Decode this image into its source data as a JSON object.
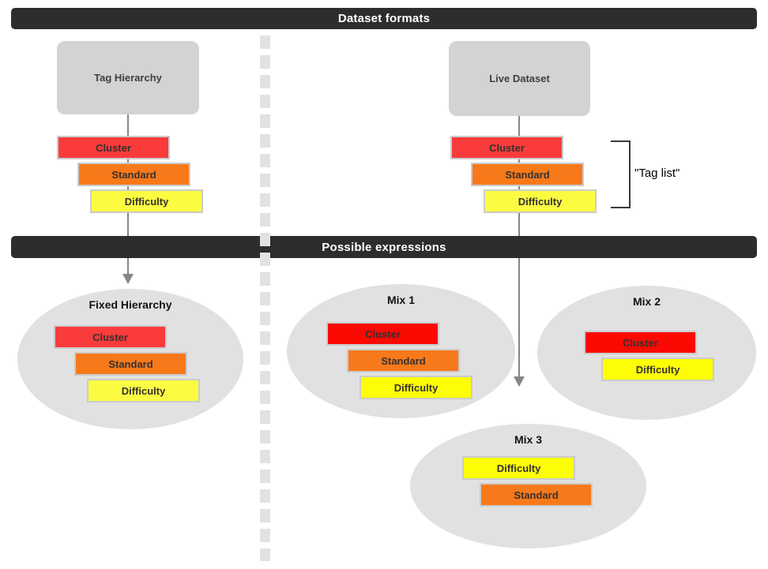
{
  "banners": {
    "top": "Dataset formats",
    "middle": "Possible expressions"
  },
  "sources": {
    "left": "Tag Hierarchy",
    "right": "Live Dataset"
  },
  "bracket": {
    "label": "\"Tag list\""
  },
  "tag_colors": {
    "cluster": "#f93b3b",
    "cluster_pure": "#fb0903",
    "standard": "#f8791a",
    "difficulty": "#fbfc42",
    "difficulty_pure": "#fdfe06"
  },
  "stacks": {
    "tag_hierarchy": [
      {
        "label": "Cluster",
        "kind": "cluster"
      },
      {
        "label": "Standard",
        "kind": "standard"
      },
      {
        "label": "Difficulty",
        "kind": "difficulty"
      }
    ],
    "live_dataset": [
      {
        "label": "Cluster",
        "kind": "cluster"
      },
      {
        "label": "Standard",
        "kind": "standard"
      },
      {
        "label": "Difficulty",
        "kind": "difficulty"
      }
    ],
    "fixed_hierarchy": [
      {
        "label": "Cluster",
        "kind": "cluster"
      },
      {
        "label": "Standard",
        "kind": "standard"
      },
      {
        "label": "Difficulty",
        "kind": "difficulty"
      }
    ],
    "mix1": [
      {
        "label": "Cluster",
        "kind": "cluster",
        "pure": true
      },
      {
        "label": "Standard",
        "kind": "standard"
      },
      {
        "label": "Difficulty",
        "kind": "difficulty",
        "pure": true
      }
    ],
    "mix2": [
      {
        "label": "Cluster",
        "kind": "cluster",
        "pure": true
      },
      {
        "label": "Difficulty",
        "kind": "difficulty",
        "pure": true
      }
    ],
    "mix3": [
      {
        "label": "Difficulty",
        "kind": "difficulty",
        "pure": true
      },
      {
        "label": "Standard",
        "kind": "standard"
      }
    ]
  },
  "expressions": {
    "fixed": {
      "title": "Fixed Hierarchy"
    },
    "mix1": {
      "title": "Mix 1"
    },
    "mix2": {
      "title": "Mix 2"
    },
    "mix3": {
      "title": "Mix 3"
    }
  }
}
